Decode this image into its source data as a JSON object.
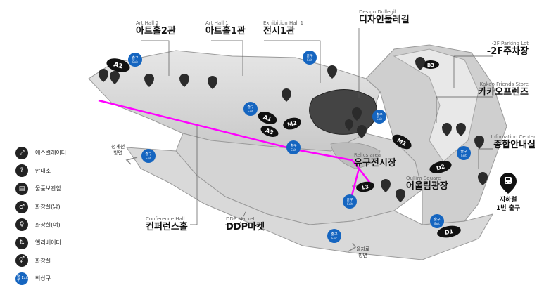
{
  "areas": {
    "art_hall_2": {
      "en": "Art Hall 2",
      "ko": "아트홀2관"
    },
    "art_hall_1": {
      "en": "Art Hall 1",
      "ko": "아트홀1관"
    },
    "exhibition_hall_1": {
      "en": "Exhibition Hall 1",
      "ko": "전시1관"
    },
    "design_dullegil": {
      "en": "Design Dullegil",
      "ko": "디자인둘레길"
    },
    "parking_lot": {
      "en": "-2F Parking Lot",
      "ko": "-2F주차장"
    },
    "kakao_store": {
      "en": "Kakao Friends Store",
      "ko": "카카오프렌즈"
    },
    "info_center": {
      "en": "Infomation Center",
      "ko": "종합안내실"
    },
    "relics_area": {
      "en": "Relics area",
      "ko": "유구전시장"
    },
    "oullim_square": {
      "en": "Oullim Square",
      "ko": "어울림광장"
    },
    "conference_hall": {
      "en": "Conference Hall",
      "ko": "컨퍼런스홀"
    },
    "ddp_market": {
      "en": "DDP Market",
      "ko": "DDP마켓"
    }
  },
  "directions": {
    "cheonggyecheon": "청계천\n방면",
    "euljiro": "을지로\n방면"
  },
  "subway": {
    "label_line1": "지하철",
    "label_line2": "1번 출구"
  },
  "exit_badge": {
    "ko": "출구",
    "en": "Exit"
  },
  "zone_markers": [
    "A2",
    "A1",
    "A3",
    "M1",
    "M2",
    "D1",
    "D2",
    "L3",
    "B3"
  ],
  "legend": [
    {
      "icon": "escalator-icon",
      "label": "에스컬레이터"
    },
    {
      "icon": "info-icon",
      "label": "안내소"
    },
    {
      "icon": "locker-icon",
      "label": "물품보관함"
    },
    {
      "icon": "restroom-men-icon",
      "label": "화장실(남)"
    },
    {
      "icon": "restroom-women-icon",
      "label": "화장실(여)"
    },
    {
      "icon": "elevator-icon",
      "label": "엘리베이터"
    },
    {
      "icon": "restroom-icon",
      "label": "화장실"
    },
    {
      "icon": "emergency-exit-icon",
      "label": "비상구"
    }
  ],
  "colors": {
    "route": "#ff00ff",
    "exit": "#1565c0",
    "marker": "#222222",
    "building": "#dcdcdc"
  }
}
